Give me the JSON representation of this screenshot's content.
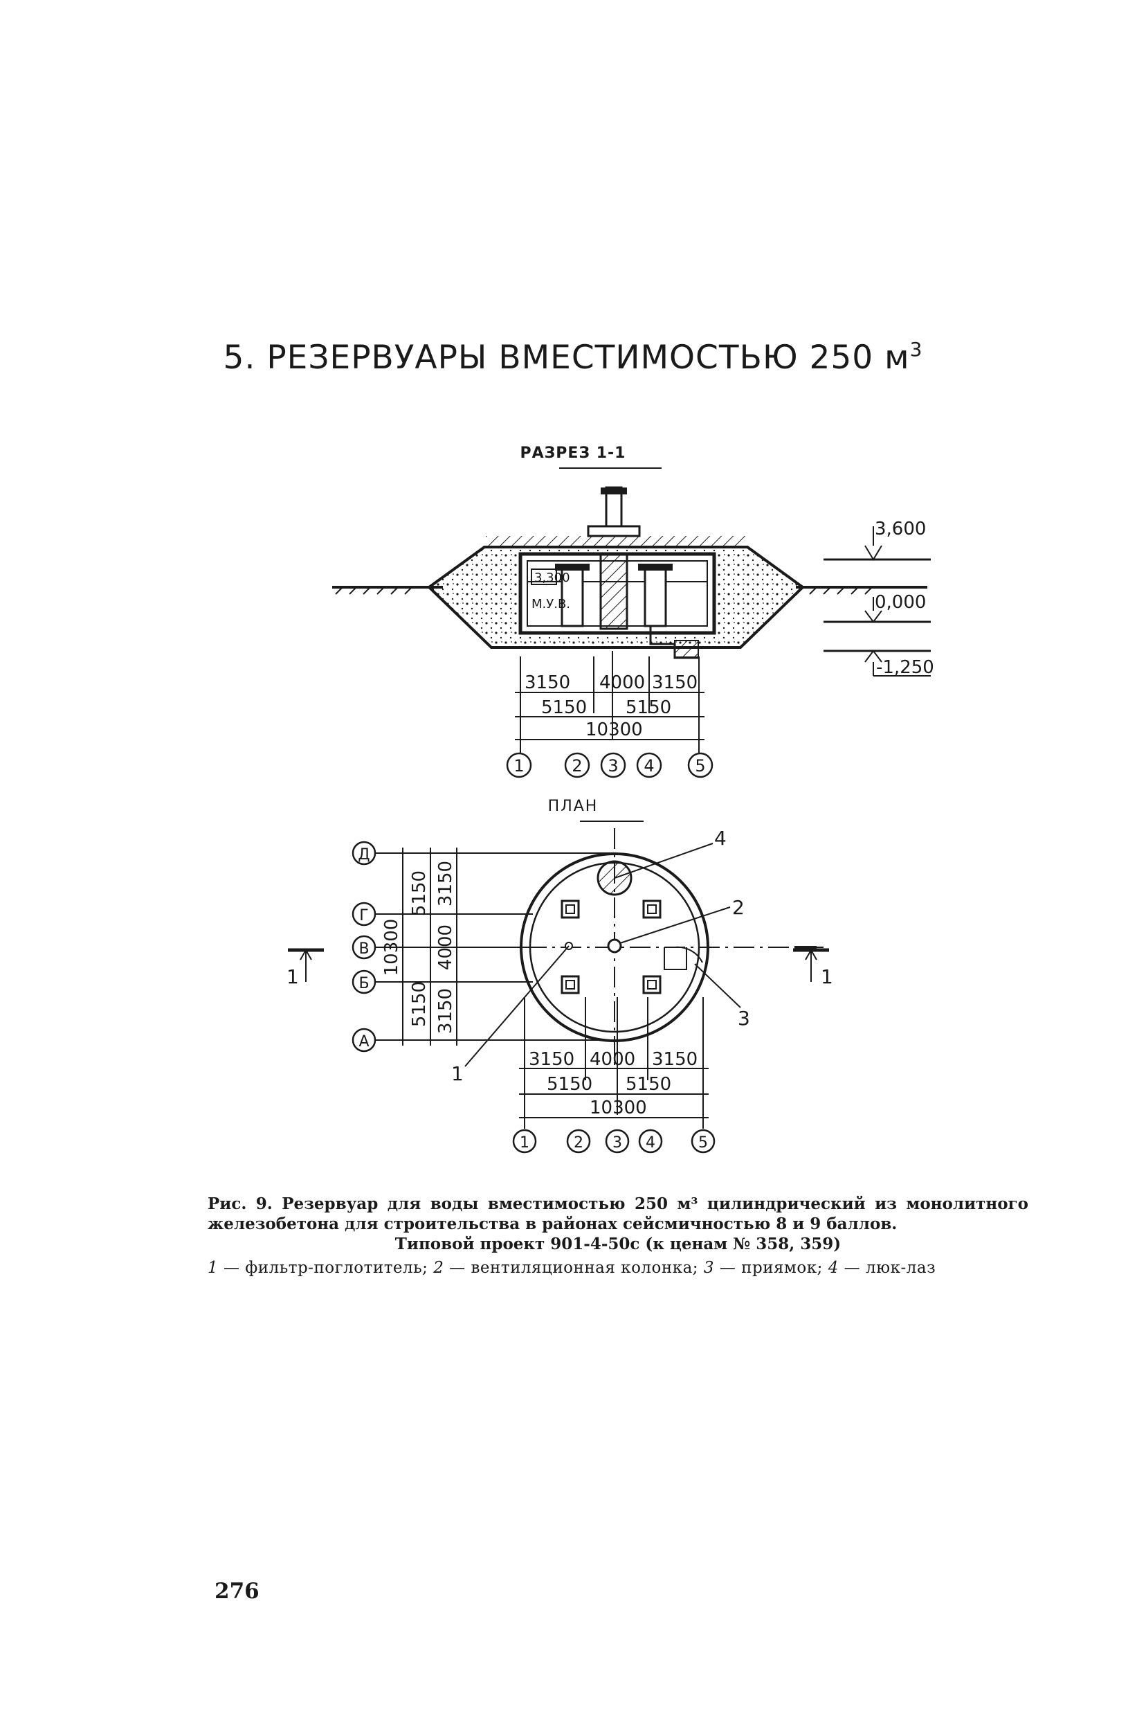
{
  "page": {
    "title": "5. РЕЗЕРВУАРЫ ВМЕСТИМОСТЬЮ 250 м",
    "title_sup": "3",
    "page_number": "276"
  },
  "section": {
    "title": "РАЗРЕЗ 1-1",
    "elev_top": "3,600",
    "elev_ground": "0,000",
    "elev_bottom": "-1,250",
    "water_level_value": "3,300",
    "water_level_label": "М.У.В.",
    "dims_row1": [
      "3150",
      "4000",
      "3150"
    ],
    "dims_row2": [
      "5150",
      "5150"
    ],
    "dims_row3": "10300",
    "axes": [
      "1",
      "2",
      "3",
      "4",
      "5"
    ]
  },
  "plan": {
    "title": "ПЛАН",
    "row_axes": [
      "Д",
      "Г",
      "В",
      "Б",
      "А"
    ],
    "vert_dims_outer": "10300",
    "vert_dims_mid": [
      "5150",
      "5150"
    ],
    "vert_dims_inner": [
      "3150",
      "4000",
      "3150"
    ],
    "cut_mark": "1",
    "callouts": [
      "1",
      "2",
      "3",
      "4"
    ],
    "dims_row1": [
      "3150",
      "4000",
      "3150"
    ],
    "dims_row2": [
      "5150",
      "5150"
    ],
    "dims_row3": "10300",
    "axes": [
      "1",
      "2",
      "3",
      "4",
      "5"
    ]
  },
  "caption": {
    "main": "Рис. 9. Резервуар для воды вместимостью 250 м³ цилиндрический из монолитного железобетона для строительства в районах сейсмичностью 8 и 9 баллов.",
    "sub": "Типовой проект 901-4-50с (к ценам № 358, 359)",
    "legend": [
      {
        "num": "1",
        "text": "фильтр-поглотитель;"
      },
      {
        "num": "2",
        "text": "вентиляционная колонка;"
      },
      {
        "num": "3",
        "text": "приямок;"
      },
      {
        "num": "4",
        "text": "люк-лаз"
      }
    ]
  }
}
